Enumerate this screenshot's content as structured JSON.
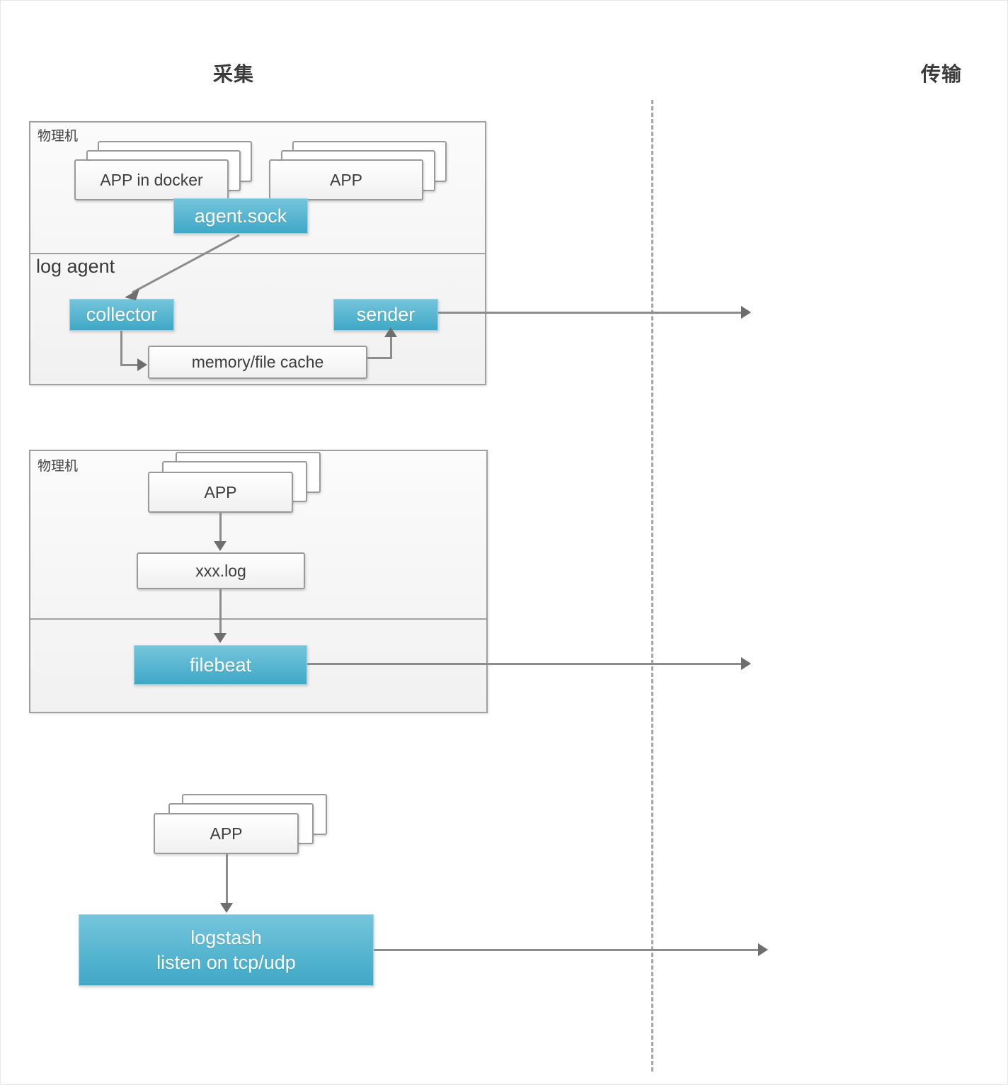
{
  "header": {
    "collect_label": "采集",
    "transport_label": "传输"
  },
  "divider": {
    "name": "stage-divider-dashed-line",
    "color": "#a6a6a6"
  },
  "colors": {
    "accent_blue_light": "#74c5db",
    "accent_blue_dark": "#3fa8c6",
    "node_border": "#9a9a9a",
    "container_border": "#a0a0a0",
    "connector": "#8c8c8c",
    "text": "#3d3d3d",
    "background": "#ffffff"
  },
  "blocks": [
    {
      "id": "block-log-agent",
      "zone_top_label": "物理机",
      "zone_bottom_label": "log agent",
      "nodes": {
        "app_in_docker": "APP in docker",
        "app": "APP",
        "agent_sock": "agent.sock",
        "collector": "collector",
        "sender": "sender",
        "cache": "memory/file cache"
      }
    },
    {
      "id": "block-filebeat",
      "zone_top_label": "物理机",
      "nodes": {
        "app": "APP",
        "logfile": "xxx.log",
        "filebeat": "filebeat"
      }
    },
    {
      "id": "block-logstash",
      "nodes": {
        "app": "APP",
        "logstash_line1": "logstash",
        "logstash_line2": "listen on  tcp/udp"
      }
    }
  ]
}
